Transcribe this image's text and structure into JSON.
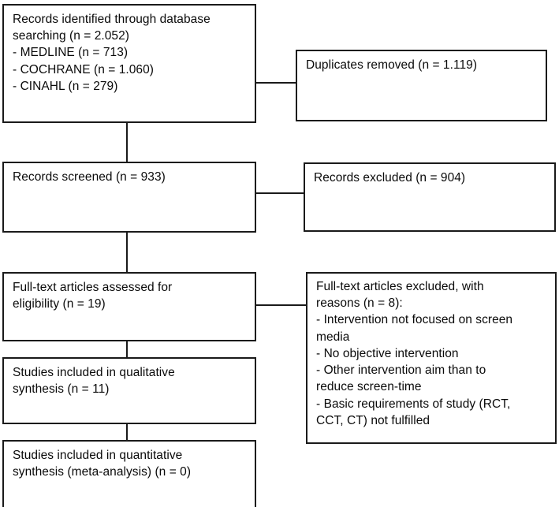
{
  "diagram": {
    "title": "PRISMA study selection flow diagram",
    "type": "flowchart",
    "background_color": "#ffffff",
    "border_color": "#1a1a1a",
    "text_color": "#0a0a0a"
  },
  "nodes": {
    "identified": {
      "name": "records-identified",
      "text": "Records identified through database\nsearching (n = 2.052)\n- MEDLINE (n = 713)\n- COCHRANE (n = 1.060)\n- CINAHL (n = 279)",
      "count": "2.052",
      "sources": [
        {
          "label": "MEDLINE",
          "count": "713"
        },
        {
          "label": "COCHRANE",
          "count": "1.060"
        },
        {
          "label": "CINAHL",
          "count": "279"
        }
      ]
    },
    "duplicates": {
      "name": "duplicates-removed",
      "text": "Duplicates removed (n = 1.119)",
      "count": "1.119"
    },
    "screened": {
      "name": "records-screened",
      "text": "Records screened (n = 933)",
      "count": "933"
    },
    "excluded": {
      "name": "records-excluded",
      "text": "Records excluded (n = 904)",
      "count": "904"
    },
    "eligibility": {
      "name": "fulltext-assessed",
      "text": "Full-text articles assessed for\neligibility (n = 19)",
      "count": "19"
    },
    "reasons": {
      "name": "fulltext-excluded-reasons",
      "text": "Full-text articles excluded, with\nreasons (n = 8):\n- Intervention not focused on screen\nmedia\n- No objective intervention\n- Other intervention aim than to\nreduce screen-time\n- Basic requirements of study (RCT,\nCCT, CT) not fulfilled",
      "count": "8",
      "reason_list": [
        "Intervention not focused on screen media",
        "No objective intervention",
        "Other intervention aim than to reduce screen-time",
        "Basic requirements of study (RCT, CCT, CT) not fulfilled"
      ]
    },
    "qualitative": {
      "name": "qualitative-synthesis",
      "text": "Studies included in qualitative\nsynthesis (n = 11)",
      "count": "11"
    },
    "quantitative": {
      "name": "quantitative-synthesis",
      "text": "Studies included in quantitative\nsynthesis (meta-analysis) (n = 0)",
      "count": "0"
    }
  }
}
